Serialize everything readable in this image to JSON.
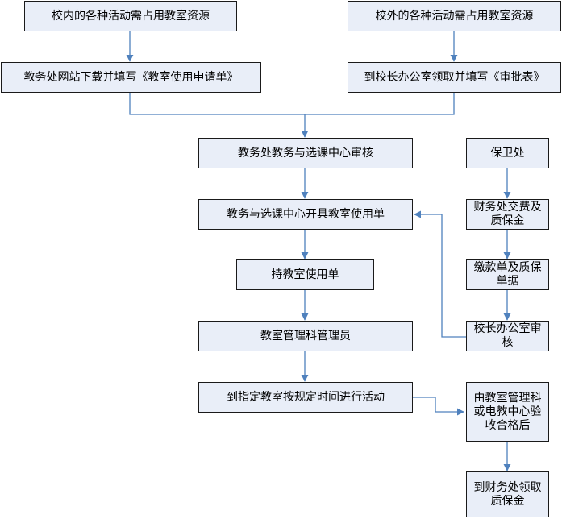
{
  "colors": {
    "node_fill": "#e9eef8",
    "node_border": "#1a1a1a",
    "connector": "#4f81bd"
  },
  "flow": {
    "internal": "校内的各种活动需占用教室资源",
    "external": "校外的各种活动需占用教室资源",
    "download_form": "教务处网站下载并填写《教室使用申请单》",
    "principal_form": "到校长办公室领取并填写《审批表》",
    "center_review": "教务处教务与选课中心审核",
    "issue_form": "教务与选课中心开具教室使用单",
    "hold_form": "持教室使用单",
    "room_admin": "教室管理科管理员",
    "do_activity": "到指定教室按规定时间进行活动",
    "security": "保卫处",
    "pay_deposit": "财务处交费及质保金",
    "receipt": "缴款单及质保单据",
    "principal_review": "校长办公室审核",
    "inspection": "由教室管理科或电教中心验收合格后",
    "refund": "到财务处领取质保金"
  }
}
